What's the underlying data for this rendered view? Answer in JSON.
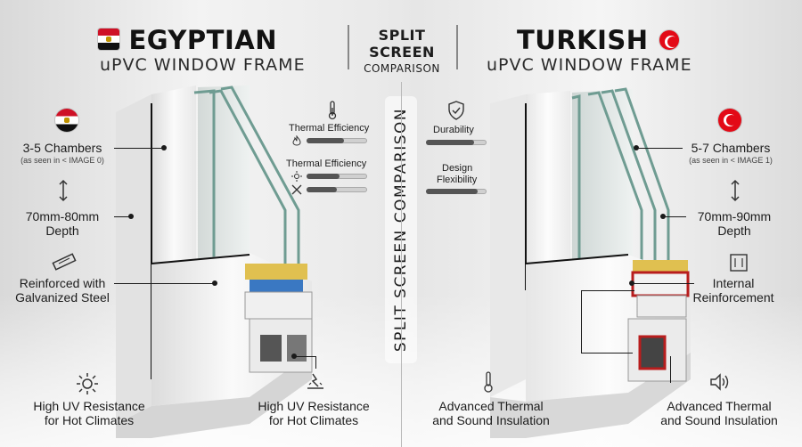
{
  "header": {
    "left_title": "EGYPTIAN",
    "left_subtitle": "uPVC WINDOW FRAME",
    "center_line1": "SPLIT",
    "center_line2": "SCREEN",
    "center_line3": "COMPARISON",
    "right_title": "TURKISH",
    "right_subtitle": "uPVC WINDOW FRAME"
  },
  "vertical_banner": "SPLIT SCREEN COMPARISON",
  "left": {
    "chambers": "3-5 Chambers",
    "chambers_note": "(as seen in < IMAGE 0)",
    "depth_line1": "70mm-80mm",
    "depth_line2": "Depth",
    "steel_line1": "Reinforced with",
    "steel_line2": "Galvanized Steel",
    "uv1_line1": "High UV Resistance",
    "uv1_line2": "for Hot Climates",
    "uv2_line1": "High UV Resistance",
    "uv2_line2": "for Hot Climates",
    "thermal1": "Thermal Efficiency",
    "thermal2": "Thermal Efficiency"
  },
  "right": {
    "durability": "Durability",
    "design_line1": "Design",
    "design_line2": "Flexibility",
    "chambers": "5-7 Chambers",
    "chambers_note": "(as seen in < IMAGE 1)",
    "depth_line1": "70mm-90mm",
    "depth_line2": "Depth",
    "reinf_line1": "Internal",
    "reinf_line2": "Reinforcement",
    "ins1_line1": "Advanced Thermal",
    "ins1_line2": "and Sound Insulation",
    "ins2_line1": "Advanced Thermal",
    "ins2_line2": "and Sound Insulation"
  },
  "levels": {
    "thermal1": 0.62,
    "thermal2_a": 0.55,
    "thermal2_b": 0.5,
    "durability": 0.8,
    "design": 0.85
  },
  "colors": {
    "frame": "#f4f4f4",
    "glass": "#6f9c92",
    "egypt_red": "#ce1126",
    "turkey_red": "#e30a17",
    "seal_yellow": "#e0c050",
    "seal_blue": "#3a78c2",
    "reinforcement": "#b81d1d"
  },
  "icons": [
    "egypt-flag-icon",
    "turkey-flag-icon",
    "thermometer-icon",
    "flame-icon",
    "sun-icon",
    "tools-icon",
    "shield-check-icon",
    "ruler-icon",
    "steel-bar-icon",
    "sun-rays-icon",
    "heat-surface-icon",
    "speaker-icon",
    "reinforcement-icon"
  ]
}
